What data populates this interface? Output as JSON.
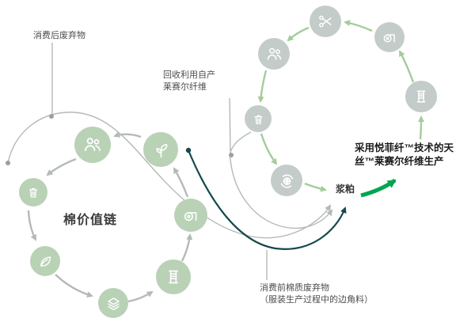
{
  "diagram": {
    "labels": {
      "post_consumer_waste": "消费后废弃物",
      "recycle_fiber_line1": "回收利用自产",
      "recycle_fiber_line2": "莱赛尔纤维",
      "production_line1": "采用悦菲纤™技术的天",
      "production_line2": "丝™莱赛尔纤维生产",
      "pulp": "浆粕",
      "cotton_value_chain": "棉价值链",
      "pre_consumer_line1": "消费前棉质废弃物",
      "pre_consumer_line2": "（服装生产过程中的边角料）"
    },
    "colors": {
      "green_icon_bg": "#b9d2b6",
      "gray_icon_bg": "#c4ccc9",
      "gray_arrow": "#b3bab7",
      "light_green_arrow": "#a4cc9b",
      "teal_curve": "#16494c",
      "accent_green": "#00a651",
      "label_text": "#4d4d4d",
      "bold_text": "#1a1a1a"
    },
    "icons": {
      "left_cycle": [
        "trash-icon",
        "people-icon",
        "sprout-icon",
        "fabric-roll-icon",
        "yarn-spool-icon",
        "fabric-layers-icon",
        "leaf-icon"
      ],
      "right_cycle": [
        "people-icon",
        "scissors-icon",
        "fabric-roll-icon",
        "yarn-spool-icon",
        "trash-icon",
        "recycle-globe-icon"
      ]
    }
  }
}
